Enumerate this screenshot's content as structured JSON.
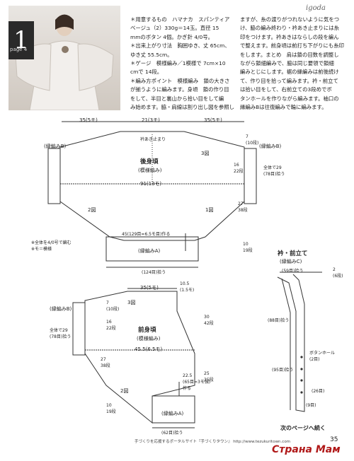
{
  "header": {
    "page_number": "1",
    "page_label": "page 4",
    "brand": "igoda",
    "text_left": "＊用意するもの　ハマナカ　スパンティア\nベージュ（2）330g＝14玉。直径 15\nmmのボタン 4個。かぎ針 4/0号。\n＊出来上がり寸法　胸囲ゆき、丈 65cm、\nゆき丈 55.5cm。\n＊ゲージ　模様編み／1模様で 7cm×10\ncmで 14段。\n＊編み方ポイント　模様編み　鎖の大きさ\nが揃うように編みます。身頃　鎖の作り目\nをして、半目と裏山から拾い目をして編\nみ始めます。脇・肩線は割り出し図を参照し",
    "text_right": "ますが、糸の渡りがつれないように気をつ\nけ、脇の編み終わり・衿あき止まりには糸\n印をつけます。衿あきはならしの段を編ん\nで整えます。前身頃は前打ち下がりにも糸印\nをします。まとめ　肩は鎖の目数を調整し\nながら鎖細編みで、脇は同じ要領で鎖細\n編みとじにします。裾の縁編みは前後続け\nて、作り目を拾って編みます。衿・前立て\nは拾い目をして、右前立ての3段めでボ\nタンホールを作りながら編みます。袖口の\n縁編みBは往復編みで輪に編みます。"
  },
  "back": {
    "title": "後身頃",
    "subtitle": "(模様編み)",
    "top_left": "35(5モ)",
    "top_mid": "21(3モ)",
    "top_right": "35(5モ)",
    "neck_note": "衿あき止まり",
    "sleeve_left": "(縁編みB)",
    "sleeve_right": "(縁編みB)",
    "width_note": "全体で29\n(78目)拾う",
    "width": "91(13モ)",
    "piece_left": "2図",
    "piece_right": "1図",
    "piece_top": "3図",
    "side_right_top": "7\n(10段)",
    "side_right_mid": "16\n22段",
    "side_right_low": "27\n38段",
    "side_right_bot": "10\n19段",
    "hem_count": "45(129目=6.5モ目)作る",
    "hem_label": "(縁編みA)",
    "hem_pick": "(124目)拾う",
    "note": "※全体を4/0号で編む\n※モ＝模様"
  },
  "collar": {
    "title": "衿・前立て",
    "subtitle": "(縁編みC)",
    "top_pick": "(59目)拾う",
    "top_side": "2\n(6段)",
    "mid_pick": "(88目)拾う",
    "button_note": "ボタンホール\n(2目)",
    "low_pick": "(95目)拾う",
    "count_26": "(26目)",
    "count_9": "(9目)"
  },
  "front": {
    "title": "前身頃",
    "subtitle": "(模様編み)",
    "top_width": "35(5モ)",
    "top_offset": "10.5\n(1.5モ)",
    "sleeve_label": "(縁編みB)",
    "width_note": "全体で29\n(78目)拾う",
    "width": "45.5(6.5モ)",
    "piece_top": "3図",
    "piece_bot": "2図",
    "height_right": "30\n42段",
    "side_low": "25\n35段",
    "bottom_count": "22.5\n(65目=3モ強)\n作る",
    "hem_label": "(縁編みA)",
    "hem_pick": "(62目)拾う",
    "left_top": "7\n(10段)",
    "left_mid": "16\n22段",
    "left_low": "27\n38段",
    "left_bot": "10\n19段"
  },
  "footer": {
    "portal": "手づくりを応援するポータルサイト『手づくりタウン』 http://www.tezukuritown.com",
    "page_no": "35",
    "next": "次のページへ続く",
    "watermark": "Страна Мам"
  },
  "colors": {
    "line": "#333333",
    "photo_dark": "#2a2a2a",
    "watermark": "#b01818"
  }
}
